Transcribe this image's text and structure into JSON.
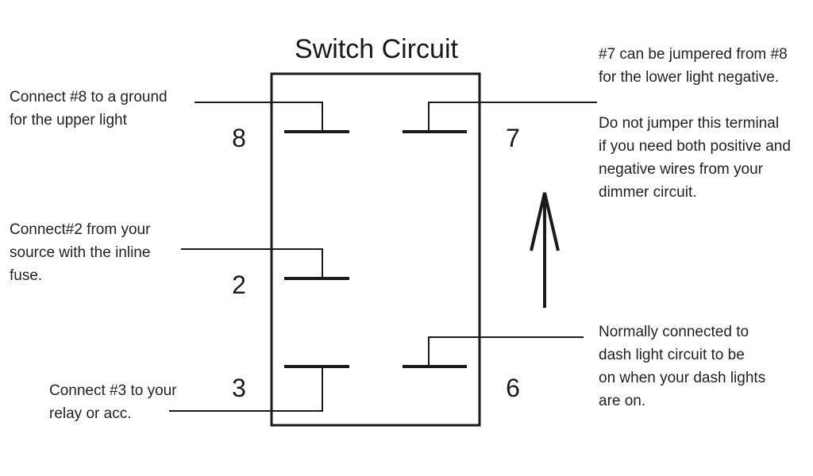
{
  "title": "Switch Circuit",
  "terminals": {
    "t8": "8",
    "t7": "7",
    "t2": "2",
    "t3": "3",
    "t6": "6"
  },
  "notes": {
    "t8": "Connect #8 to a ground\nfor the upper light",
    "t2": "Connect#2 from your\nsource with the inline\nfuse.",
    "t3": "Connect #3 to your\nrelay or acc.",
    "t7_jumper": "#7 can be jumpered from #8\nfor the lower light negative.",
    "t7_warning": "Do not jumper this terminal\nif you need both positive and\nnegative wires from your\ndimmer circuit.",
    "t6": "Normally connected to\ndash light circuit to be\non when your dash lights\nare on."
  },
  "colors": {
    "line": "#1a1a1a",
    "text": "#222222",
    "background": "#ffffff"
  },
  "icons": {
    "direction": "up-arrow-icon"
  }
}
